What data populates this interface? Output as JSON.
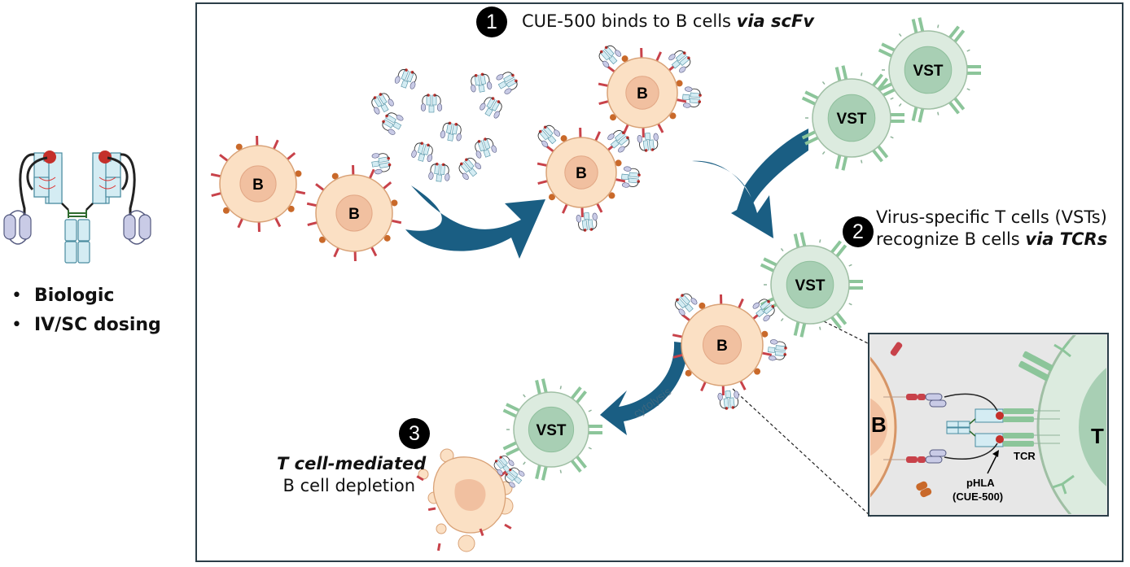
{
  "left_panel": {
    "molecule_icon": "bispecific-antibody-pHLA-fusion",
    "bullets": [
      "Biologic",
      "IV/SC dosing"
    ]
  },
  "steps": [
    {
      "number": "1",
      "text": "CUE-500 binds to B cells ",
      "emphasis": "via scFv"
    },
    {
      "number": "2",
      "line1": "Virus-specific T cells (VSTs)",
      "line2": "recognize B cells ",
      "emphasis": "via TCRs"
    },
    {
      "number": "3",
      "emphasis": "T cell-mediated",
      "line2": "B cell depletion"
    }
  ],
  "cells": {
    "b_label": "B",
    "vst_label": "VST"
  },
  "arrow_label": "cytolysis",
  "inset": {
    "b_label": "B",
    "t_label": "T",
    "tcr_label": "TCR",
    "phla_label": "pHLA",
    "phla_sub": "(CUE-500)"
  },
  "colors": {
    "arrow": "#1a5e83",
    "b_cell_fill": "#fbe0c4",
    "b_cell_edge": "#d9a277",
    "b_nucleus": "#f1c0a0",
    "vst_fill": "#dcebdf",
    "vst_edge": "#9fbfa4",
    "vst_nucleus": "#a8cfb4",
    "receptor_green": "#8cc59a",
    "receptor_red": "#c8424a",
    "receptor_orange": "#c9692a",
    "antibody_blue": "#d4ecf3",
    "antibody_lavender": "#c9cbe6",
    "frame": "#2b3e48",
    "inset_bg": "#e7e7e7"
  }
}
